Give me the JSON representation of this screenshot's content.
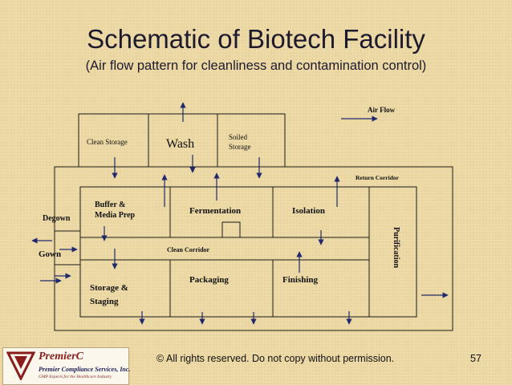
{
  "slide": {
    "title": "Schematic of Biotech Facility",
    "subtitle": "(Air flow pattern for cleanliness and contamination control)",
    "copyright": "© All rights reserved. Do not copy without permission.",
    "page_number": "57"
  },
  "legend": {
    "air_flow_label": "Air Flow"
  },
  "rooms": {
    "clean_storage": "Clean Storage",
    "wash": "Wash",
    "soiled_storage_line1": "Soiled",
    "soiled_storage_line2": "Storage",
    "return_corridor": "Return Corridor",
    "buffer_line1": "Buffer &",
    "buffer_line2": "Media Prep",
    "fermentation": "Fermentation",
    "isolation": "Isolation",
    "degown": "Degown",
    "gown": "Gown",
    "clean_corridor": "Clean Corridor",
    "purification": "Purification",
    "packaging": "Packaging",
    "finishing": "Finishing",
    "storage_line1": "Storage &",
    "storage_line2": "Staging"
  },
  "logo": {
    "name": "PremierC",
    "line1": "Premier Compliance Services, Inc.",
    "line2": "GMP Experts for the Healthcare Industry"
  }
}
